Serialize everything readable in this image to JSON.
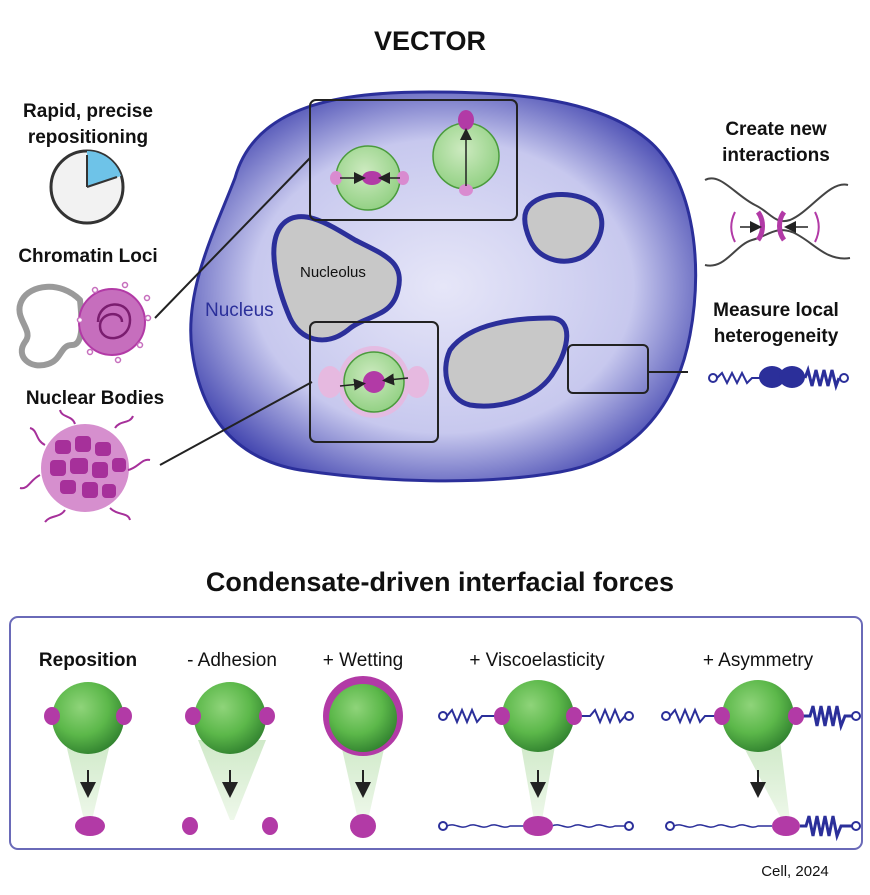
{
  "title": "VECTOR",
  "left_panel": {
    "clock_label_line1": "Rapid, precise",
    "clock_label_line2": "repositioning",
    "chromatin_label": "Chromatin Loci",
    "bodies_label": "Nuclear Bodies"
  },
  "nucleus": {
    "nucleus_label": "Nucleus",
    "nucleolus_label": "Nucleolus"
  },
  "right_panel": {
    "interactions_line1": "Create new",
    "interactions_line2": "interactions",
    "heterogeneity_line1": "Measure local",
    "heterogeneity_line2": "heterogeneity"
  },
  "forces": {
    "heading": "Condensate-driven interfacial forces",
    "columns": [
      {
        "label": "Reposition"
      },
      {
        "label": "- Adhesion"
      },
      {
        "label": "+ Wetting"
      },
      {
        "label": "+ Viscoelasticity"
      },
      {
        "label": "+ Asymmetry"
      }
    ]
  },
  "citation": "Cell, 2024",
  "colors": {
    "nucleus_fill": "#c9c9f0",
    "nucleus_edge": "#2b2f9a",
    "magenta": "#b23aa6",
    "green": "#5cb84a",
    "navy": "#2b2f9a"
  }
}
